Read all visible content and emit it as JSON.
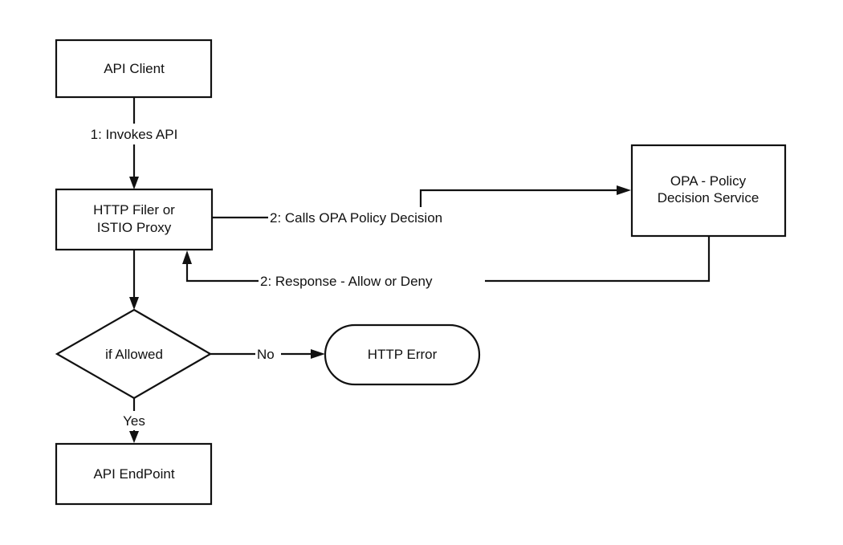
{
  "diagram": {
    "nodes": {
      "api_client": {
        "label": "API Client"
      },
      "http_filter": {
        "line1": "HTTP Filer or",
        "line2": "ISTIO Proxy"
      },
      "opa_service": {
        "line1": "OPA - Policy",
        "line2": "Decision Service"
      },
      "decision": {
        "label": "if Allowed"
      },
      "http_error": {
        "label": "HTTP Error"
      },
      "api_endpoint": {
        "label": "API EndPoint"
      }
    },
    "edges": {
      "invoke": {
        "label": "1: Invokes API"
      },
      "call_opa": {
        "label": "2: Calls OPA Policy Decision"
      },
      "response": {
        "label": "2: Response - Allow or Deny"
      },
      "no": {
        "label": "No"
      },
      "yes": {
        "label": "Yes"
      }
    }
  }
}
